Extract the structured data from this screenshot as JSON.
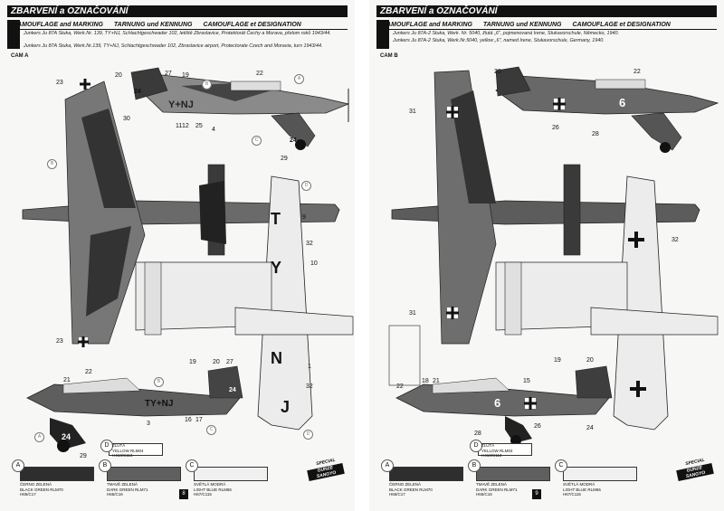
{
  "left": {
    "title": "ZBARVENÍ a OZNAČOVÁNÍ",
    "subtitle_parts": [
      "CAMOUFLAGE and MARKING",
      "TARNUNG und KENNUNG",
      "CAMOUFLAGE et DESIGNATION"
    ],
    "desc_cz": "Junkers Ju 87A Stuka, Werk.Nr. 139, TY+NJ, Schlachtgeschwader 102, letiště Zbraslavice, Protektorát Čechy a Morava, přelom roků 1943/44.",
    "desc_de": "Junkers Ju 87A Stuka, Werk.Nr.139, TY+NJ, Schlachtgeschwader 102, Zbraslavice airport, Protectorate Czech and Moravia, turn 1943/44.",
    "cam_label": "CAM A",
    "page_number": "8",
    "callouts_side_top": [
      "20",
      "27",
      "19",
      "24",
      "22",
      "30",
      "11",
      "12",
      "25",
      "4",
      "24",
      "29"
    ],
    "side_top_code": "Y+NJ",
    "side_bottom_code": "TY+NJ",
    "side_bottom_number": "24",
    "underside_letters": [
      "T",
      "Y",
      "N",
      "J"
    ],
    "plan_callouts": [
      "23",
      "23",
      "9",
      "32",
      "10",
      "32",
      "1"
    ],
    "bottom_callouts": [
      "21",
      "22",
      "19",
      "20",
      "27",
      "3",
      "17",
      "16",
      "24",
      "29"
    ],
    "circle_letters": [
      "A",
      "B",
      "B",
      "C",
      "D",
      "B",
      "C",
      "A",
      "D"
    ]
  },
  "right": {
    "title": "ZBARVENÍ a OZNAČOVÁNÍ",
    "subtitle_parts": [
      "CAMOUFLAGE and MARKING",
      "TARNUNG und KENNUNG",
      "CAMOUFLAGE et DESIGNATION"
    ],
    "desc_cz": "Junkers Ju 87A-2 Stuka, Werk. Nr. 5040, žlutá „6\", pojmenovaná Irene, Stukavorschule, Německo, 1940.",
    "desc_de": "Junkers Ju 87A-2 Stuka, Werk.Nr.5040, yellow „6\", named Irene, Stukavorschule, Germany, 1940.",
    "cam_label": "CAM B",
    "page_number": "9",
    "side_number": "6",
    "plan_callouts": [
      "31",
      "31",
      "32"
    ],
    "top_callouts": [
      "20",
      "22",
      "26",
      "28"
    ],
    "bottom_callouts": [
      "22",
      "18",
      "21",
      "15",
      "19",
      "20",
      "6",
      "28",
      "26",
      "24"
    ]
  },
  "legend": {
    "a_letter": "A",
    "a_lines": [
      "ČERNO ZELENÁ",
      "BLACK GREEN RLM70",
      "H65/C17"
    ],
    "b_letter": "B",
    "b_lines": [
      "TMAVĚ ZELENÁ",
      "DARK GREEN RLM71",
      "H65/C16"
    ],
    "c_letter": "C",
    "c_lines": [
      "SVĚTLÁ MODRÁ",
      "LIGHT BLUE RLM65",
      "H67/C115"
    ],
    "d_letter": "D",
    "d_lines": [
      "ŽLUTÁ",
      "YELLOW RLM04",
      "H413/C113"
    ],
    "a_color": "#2e2e2e",
    "b_color": "#5f5f5f",
    "c_color": "#f0f0f0"
  },
  "brand": {
    "line1": "SPECIAL",
    "line2": "GUNZE SANGYO"
  }
}
